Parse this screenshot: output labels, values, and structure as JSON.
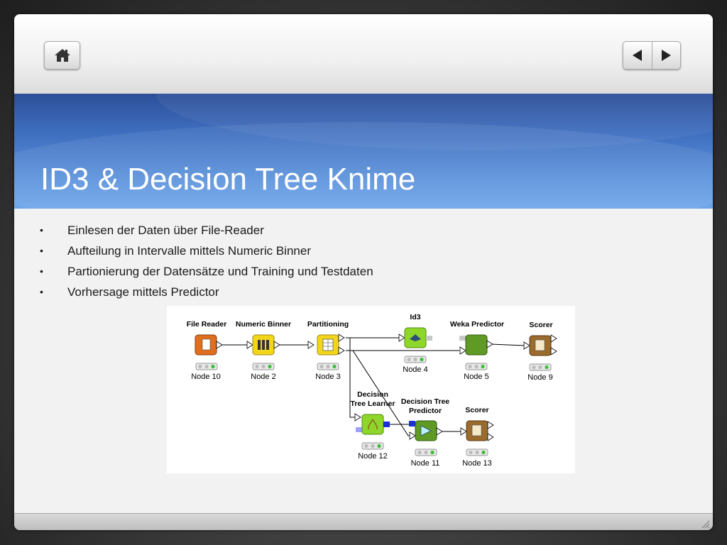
{
  "slide": {
    "title": "ID3 & Decision Tree Knime",
    "bullets": [
      "Einlesen der Daten über File-Reader",
      "Aufteilung in Intervalle mittels Numeric Binner",
      "Partionierung der Datensätze und Training und Testdaten",
      "Vorhersage mittels Predictor"
    ],
    "bullet_glyph": "•"
  },
  "navigation": {
    "home_icon": "home-icon",
    "prev_icon": "triangle-left-icon",
    "next_icon": "triangle-right-icon"
  },
  "workflow": {
    "nodes": [
      {
        "name": "File Reader",
        "id": "Node 10",
        "color": "#e06e1f"
      },
      {
        "name": "Numeric Binner",
        "id": "Node 2",
        "color": "#f2d61b"
      },
      {
        "name": "Partitioning",
        "id": "Node 3",
        "color": "#f2d61b"
      },
      {
        "name": "Id3",
        "id": "Node 4",
        "color": "#8fd62a"
      },
      {
        "name": "Weka Predictor",
        "id": "Node 5",
        "color": "#5f9a25"
      },
      {
        "name": "Scorer",
        "id": "Node 9",
        "color": "#9a6b2c"
      },
      {
        "name_line1": "Decision",
        "name_line2": "Tree Learner",
        "id": "Node 12",
        "color": "#8fd62a"
      },
      {
        "name_line1": "Decision Tree",
        "name_line2": "Predictor",
        "id": "Node 11",
        "color": "#5f9a25"
      },
      {
        "name": "Scorer",
        "id": "Node 13",
        "color": "#9a6b2c"
      }
    ]
  }
}
